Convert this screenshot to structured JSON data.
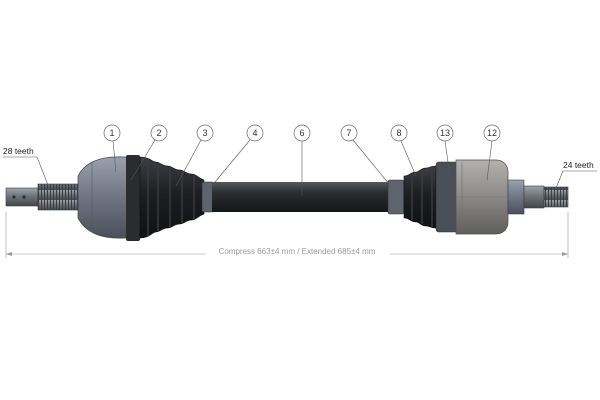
{
  "labels": {
    "left_teeth": "28 teeth",
    "right_teeth": "24 teeth",
    "dimension": "Compress 663±4 mm / Extended 685±4 mm"
  },
  "callouts": [
    {
      "id": "c1",
      "number": "1"
    },
    {
      "id": "c2",
      "number": "2"
    },
    {
      "id": "c3",
      "number": "3"
    },
    {
      "id": "c4",
      "number": "4"
    },
    {
      "id": "c6",
      "number": "6"
    },
    {
      "id": "c7",
      "number": "7"
    },
    {
      "id": "c8",
      "number": "8"
    },
    {
      "id": "c13",
      "number": "13"
    },
    {
      "id": "c12",
      "number": "12"
    }
  ],
  "colors": {
    "shaft": "#2b2d31",
    "boot": "#1e1f22",
    "joint": "#6f7583",
    "housing": "#8a8987",
    "spline": "#6a6e75",
    "leader": "#555555",
    "dimension_line": "#9a9a9a"
  }
}
